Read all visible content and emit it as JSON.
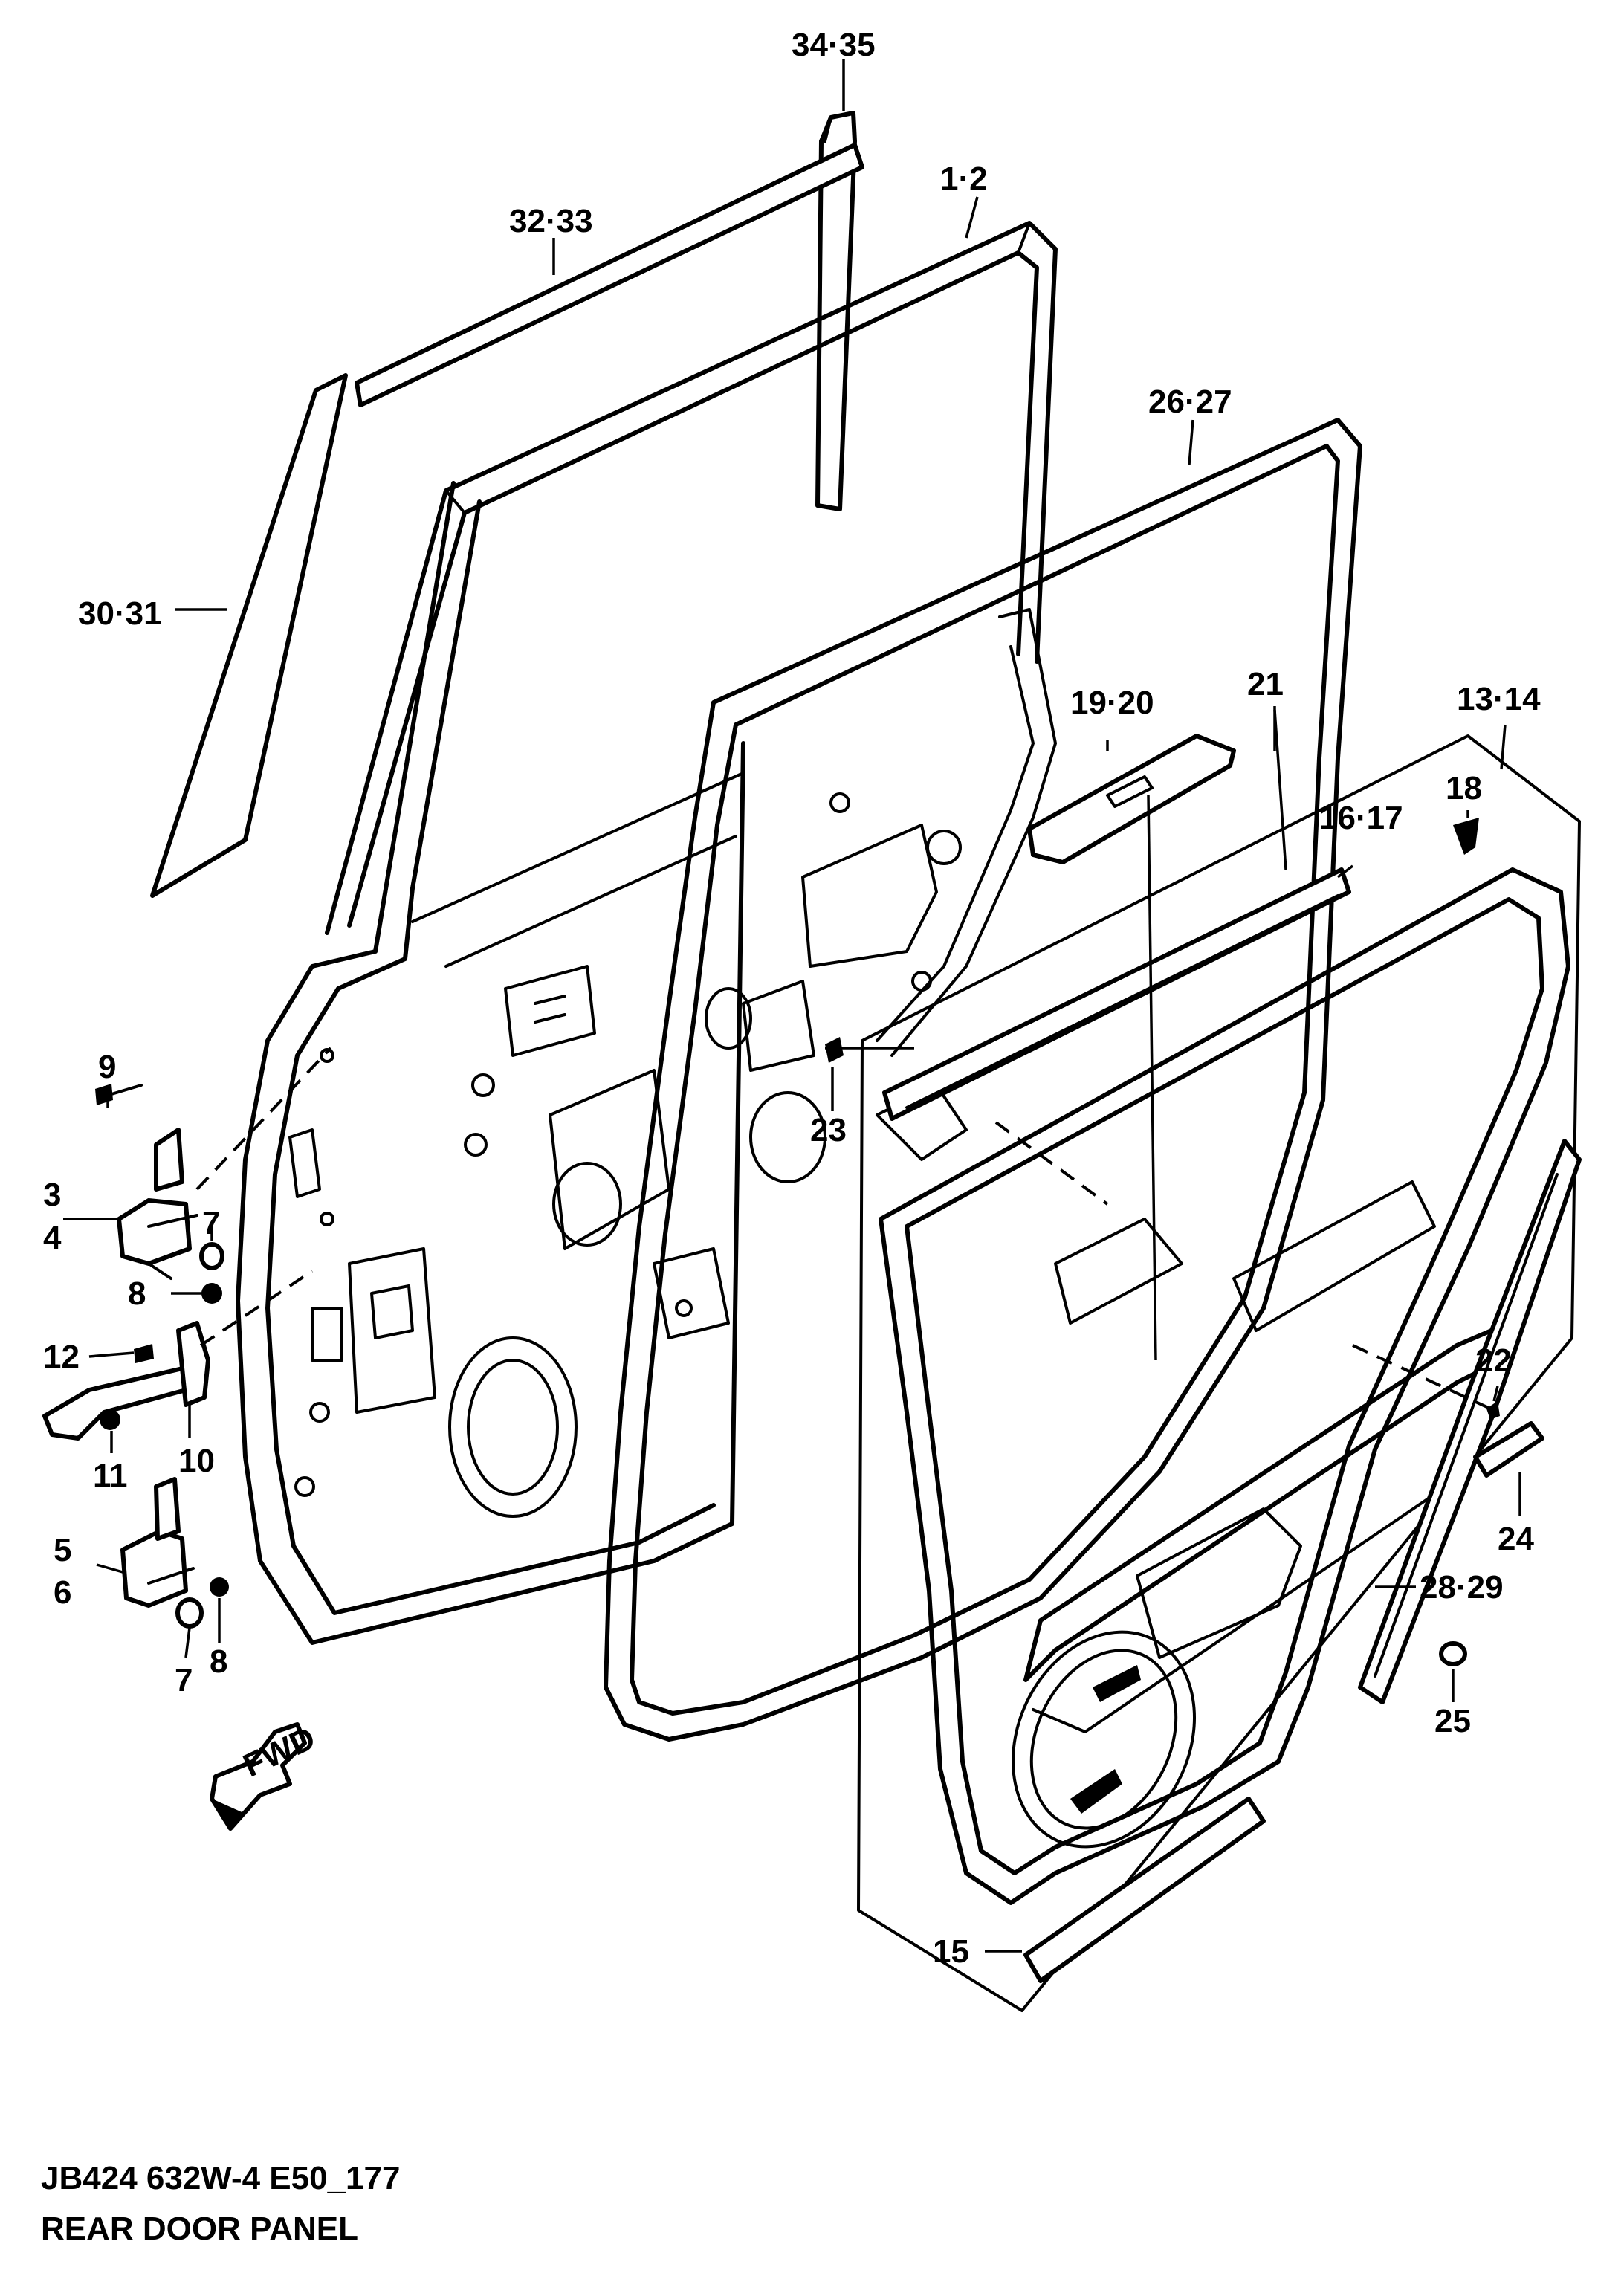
{
  "callouts": {
    "c34_35": "34·35",
    "c32_33": "32·33",
    "c1_2": "1·2",
    "c26_27": "26·27",
    "c30_31": "30·31",
    "c19_20": "19·20",
    "c21": "21",
    "c13_14": "13·14",
    "c18": "18",
    "c16_17": "16·17",
    "c9": "9",
    "c3": "3",
    "c4": "4",
    "c7a": "7",
    "c8a": "8",
    "c23": "23",
    "c12": "12",
    "c10": "10",
    "c11": "11",
    "c22": "22",
    "c24": "24",
    "c5": "5",
    "c6": "6",
    "c7b": "7",
    "c8b": "8",
    "c28_29": "28·29",
    "c25": "25",
    "c15": "15"
  },
  "fwd_arrow": "FWD",
  "footer": {
    "code": "JB424 632W-4 E50_177",
    "title": "REAR DOOR PANEL"
  }
}
